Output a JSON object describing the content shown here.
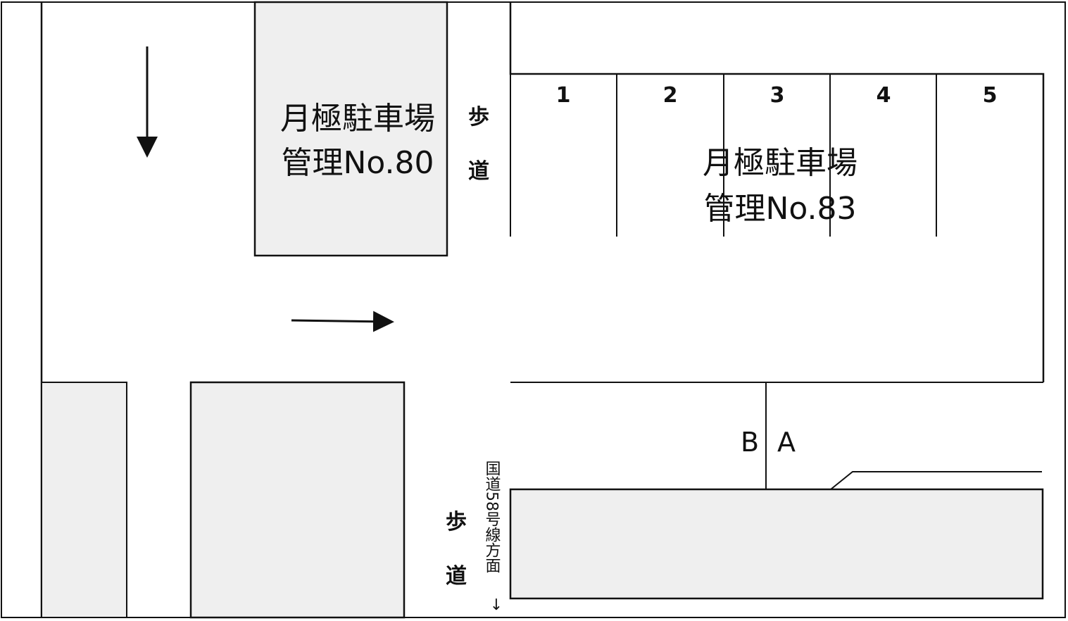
{
  "lot_80": {
    "title": "月極駐車場",
    "id": "管理No.80"
  },
  "lot_83": {
    "title": "月極駐車場",
    "id": "管理No.83"
  },
  "space_numbers": [
    "1",
    "2",
    "3",
    "4",
    "5"
  ],
  "sidewalk_upper": [
    "歩",
    "道"
  ],
  "sidewalk_lower": [
    "歩",
    "道"
  ],
  "direction_label": "国道58号線方面",
  "direction_arrow": "→",
  "label_a": "A",
  "label_b": "B",
  "colors": {
    "line": "#111111",
    "block_fill": "#efefef",
    "background": "#ffffff"
  }
}
